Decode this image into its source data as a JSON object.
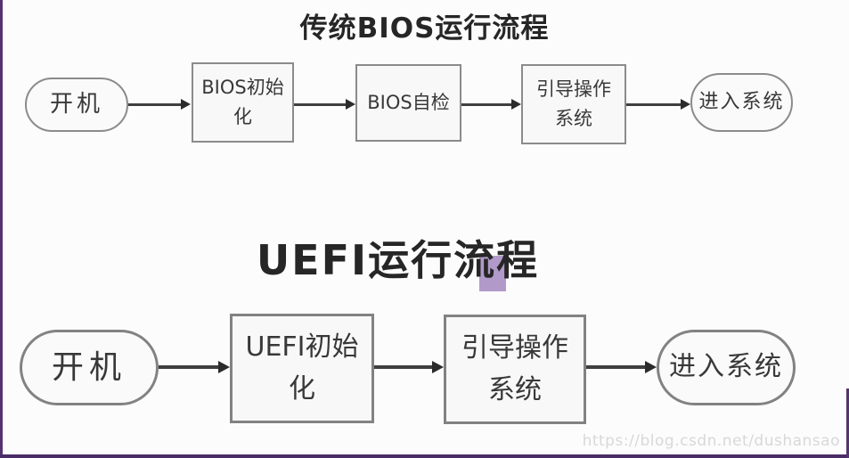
{
  "bios_flow": {
    "title": "传统BIOS运行流程",
    "nodes": [
      {
        "id": "power-on",
        "shape": "pill",
        "label": "开机"
      },
      {
        "id": "bios-init",
        "shape": "rect",
        "label": "BIOS初始\n化"
      },
      {
        "id": "bios-self-check",
        "shape": "rect",
        "label": "BIOS自检"
      },
      {
        "id": "boot-os",
        "shape": "rect",
        "label": "引导操作\n系统"
      },
      {
        "id": "enter-system",
        "shape": "pill",
        "label": "进入系统"
      }
    ]
  },
  "uefi_flow": {
    "title": "UEFI运行流程",
    "nodes": [
      {
        "id": "power-on",
        "shape": "pill",
        "label": "开机"
      },
      {
        "id": "uefi-init",
        "shape": "rect",
        "label": "UEFI初始\n化"
      },
      {
        "id": "boot-os",
        "shape": "rect",
        "label": "引导操作\n系统"
      },
      {
        "id": "enter-system",
        "shape": "pill",
        "label": "进入系统"
      }
    ]
  },
  "watermark": "https://blog.csdn.net/dushansao",
  "colors": {
    "frame_border_purple": "#53346f",
    "selection_highlight_purple": "#b19aca",
    "node_border_gray": "#8b8b8b",
    "arrow_dark": "#2b2b2b"
  }
}
